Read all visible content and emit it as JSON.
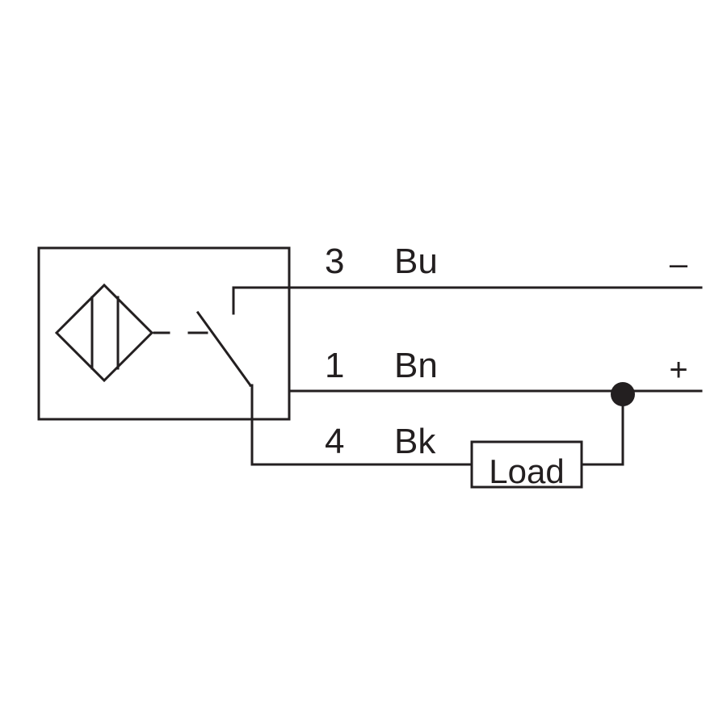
{
  "wires": [
    {
      "number": "3",
      "color_code": "Bu",
      "polarity": "–"
    },
    {
      "number": "1",
      "color_code": "Bn",
      "polarity": "+"
    },
    {
      "number": "4",
      "color_code": "Bk"
    }
  ],
  "load": {
    "label": "Load"
  },
  "colors": {
    "ink": "#231f20",
    "background": "#ffffff"
  }
}
